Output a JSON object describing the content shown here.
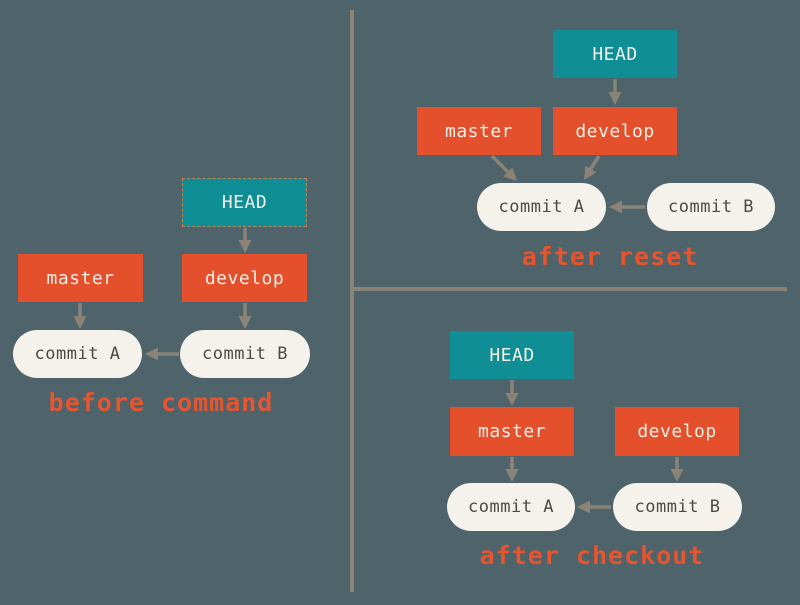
{
  "colors": {
    "background": "#4e636a",
    "divider": "#8b8378",
    "arrow": "#8b8378",
    "branch_box": "#e4502c",
    "head_box": "#0f8e96",
    "head_dashed_border": "#cf7a4e",
    "box_text": "#f3efe7",
    "commit_fill": "#f4f2ea",
    "commit_text": "#4e4a42",
    "caption": "#e8542e"
  },
  "panels": {
    "before": {
      "caption": "before command",
      "nodes": {
        "head": "HEAD",
        "master": "master",
        "develop": "develop",
        "commit_a": "commit A",
        "commit_b": "commit B"
      }
    },
    "after_reset": {
      "caption": "after reset",
      "nodes": {
        "head": "HEAD",
        "master": "master",
        "develop": "develop",
        "commit_a": "commit A",
        "commit_b": "commit B"
      }
    },
    "after_checkout": {
      "caption": "after checkout",
      "nodes": {
        "head": "HEAD",
        "master": "master",
        "develop": "develop",
        "commit_a": "commit A",
        "commit_b": "commit B"
      }
    }
  }
}
